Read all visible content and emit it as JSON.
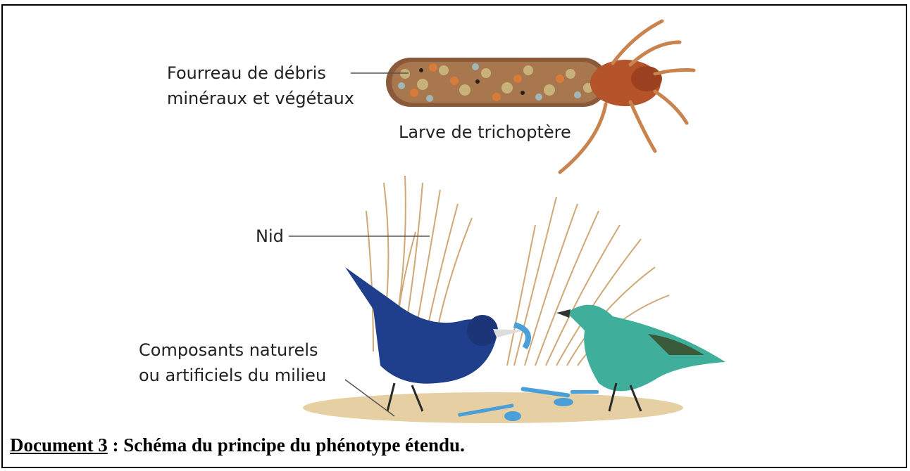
{
  "labels": {
    "fourreau_line1": "Fourreau de débris",
    "fourreau_line2": "minéraux et végétaux",
    "larve": "Larve de trichoptère",
    "nid": "Nid",
    "composants_line1": "Composants naturels",
    "composants_line2": "ou artificiels du milieu"
  },
  "caption": {
    "doc_label": "Document 3",
    "text": " : Schéma du principe du phénotype étendu."
  },
  "colors": {
    "case_brown": "#8a5a3a",
    "larva_red": "#b5532a",
    "straw": "#d9b989",
    "blue_bird": "#1f3f8c",
    "green_bird": "#3fae9a",
    "blue_objects": "#4a9fd8"
  }
}
